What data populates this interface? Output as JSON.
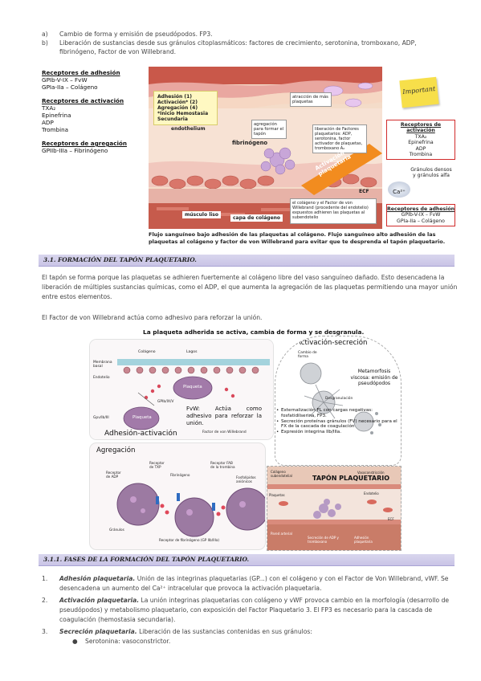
{
  "intro_list": [
    {
      "marker": "a)",
      "text": "Cambio de forma y emisión de pseudópodos. FP3."
    },
    {
      "marker": "b)",
      "text": "Liberación de sustancias desde sus gránulos citoplasmáticos: factores de crecimiento, serotonina, tromboxano, ADP,"
    },
    {
      "marker": "",
      "text": "fibrinógeno, Factor de von Willebrand."
    }
  ],
  "figure1": {
    "left_labels": {
      "adhesion_title": "Receptores de adhesión",
      "adhesion_items": [
        "GPIb-V-IX – FvW",
        "GPIa-IIa – Colágeno"
      ],
      "activation_title": "Receptores de activación",
      "activation_items": [
        "TXA₂",
        "Epinefrina",
        "ADP",
        "Trombina"
      ],
      "aggregation_title": "Receptores de agregación",
      "aggregation_items": [
        "GPIIb-IIIa – Fibrinógeno"
      ]
    },
    "steps_box": [
      "Adhesión (1)",
      "Activación* (2)",
      "Agregación (4)",
      "*Inicio Hemostasia Secundaria"
    ],
    "endothelium": "endothelium",
    "fibrinogen": "fibrinógeno",
    "step3": "atracción de más plaquetas",
    "step4": "agregación para formar el tapón",
    "step2": "liberación de Factores plaquetarios: ADP, serotonina, factor activador de plaquetas, tromboxano A₂",
    "activation_band": "Activación plaquetaria",
    "step1": "el colágeno y el Factor de von Willebrand (procedente del endotelio) expuestos adhieren las plaquetas al subendotelio",
    "smooth_muscle": "músculo liso",
    "collagen_layer": "capa de colágeno",
    "ecf": "ECF",
    "important_note": "Important",
    "right_activation": {
      "title": "Receptores de activación",
      "items": [
        "TXA₂",
        "Epinefrina",
        "ADP",
        "Trombina"
      ]
    },
    "granules": "Gránulos densos y gránulos alfa",
    "ca": "Ca²⁺",
    "right_adhesion": {
      "title": "Receptores de adhesión",
      "items": [
        "GPIb-V-IX – FvW",
        "GPIa-IIa – Colágeno"
      ]
    },
    "caption": "Flujo sanguíneo bajo adhesión de las plaquetas al colágeno. Flujo sanguíneo alto adhesión de las plaquetas al colágeno y factor de von Willebrand para evitar que te desprenda el tapón plaquetario."
  },
  "section_3_1": {
    "heading": "3.1.  FORMACIÓN DEL TAPÓN PLAQUETARIO.",
    "para1": "El tapón se forma porque las plaquetas se adhieren fuertemente al colágeno libre del vaso sanguíneo dañado. Esto desencadena la liberación de múltiples sustancias químicas, como el ADP, el que aumenta la agregación de las plaquetas permitiendo una mayor unión entre estos elementos.",
    "para2": "El Factor de von Willebrand actúa como adhesivo para reforzar la unión."
  },
  "figure2": {
    "title": "La plaqueta adherida se activa, cambia de forma y se desgranula.",
    "adhesion_panel": {
      "label": "Adhesión-activación",
      "top_labels": [
        "Colágeno",
        "Lagos"
      ],
      "side_labels": [
        "Membrana basal",
        "Endotelio"
      ],
      "platelet": "Plaqueta",
      "platelet2": "Plaqueta",
      "gp_labels": [
        "GPIb/IX/V",
        "Gpv/Ib/III"
      ],
      "fvw_text": "FvW:  Actúa  como adhesivo para reforzar la unión.",
      "fvw_small": "Factor de von Willebrand"
    },
    "secretion_panel": {
      "label": "Activación-secreción",
      "small_labels": [
        "Cambio de forma",
        "Desgranulación"
      ],
      "metamorph": "Metamorfosis viscosa: emisión de pseudópodos",
      "bullets": [
        "Externalización FL con cargas negativas: fosfatidilserina, FP3.",
        "Secreción proteínas gránulos (FV) necesario para el FX de la cascada de coagulación",
        "Expresión integrina IIb/IIIa."
      ]
    },
    "aggregation_panel": {
      "label": "Agregación",
      "small_labels": [
        "Receptor de TXP",
        "Receptor de ADP",
        "Fibrinógeno",
        "Receptor FAB de la trombina",
        "Fosfolípidos aniónicos",
        "Gránulos"
      ],
      "receptor_text": "Receptor de fibrinógeno (GP IIb/IIIa)"
    },
    "plug_panel": {
      "label": "TAPÓN PLAQUETARIO",
      "small_labels": [
        "Colágeno subendotelial",
        "Vasoconstricción",
        "Plaquetas",
        "Endotelio",
        "ECF",
        "Pared arterial",
        "Secreción de ADP y tromboxano",
        "Adhesión plaquetaria"
      ]
    }
  },
  "section_3_1_1": {
    "heading": "3.1.1.      FASES DE LA FORMACIÓN DEL TAPÓN PLAQUETARIO.",
    "items": [
      {
        "num": "1.",
        "title": "Adhesión plaquetaria.",
        "text": " Unión de las integrinas plaquetarias (GP...) con el colágeno y con el Factor de Von Willebrand, vWF. Se desencadena un aumento del Ca²⁺ intracelular que provoca la activación plaquetaria."
      },
      {
        "num": "2.",
        "title": "Activación plaquetaria.",
        "text": " La unión integrinas plaquetarias con colágeno y vWF provoca cambio en la morfología (desarrollo de pseudópodos) y metabolismo plaquetario, con exposición del Factor Plaquetario 3. El FP3 es necesario para la cascada de coagulación (hemostasia secundaria)."
      },
      {
        "num": "3.",
        "title": "Secreción plaquetaria.",
        "text": " Liberación de las sustancias contenidas en sus gránulos:"
      }
    ],
    "bullet": {
      "title": "Serotonina",
      "text": ": vasoconstrictor."
    }
  }
}
